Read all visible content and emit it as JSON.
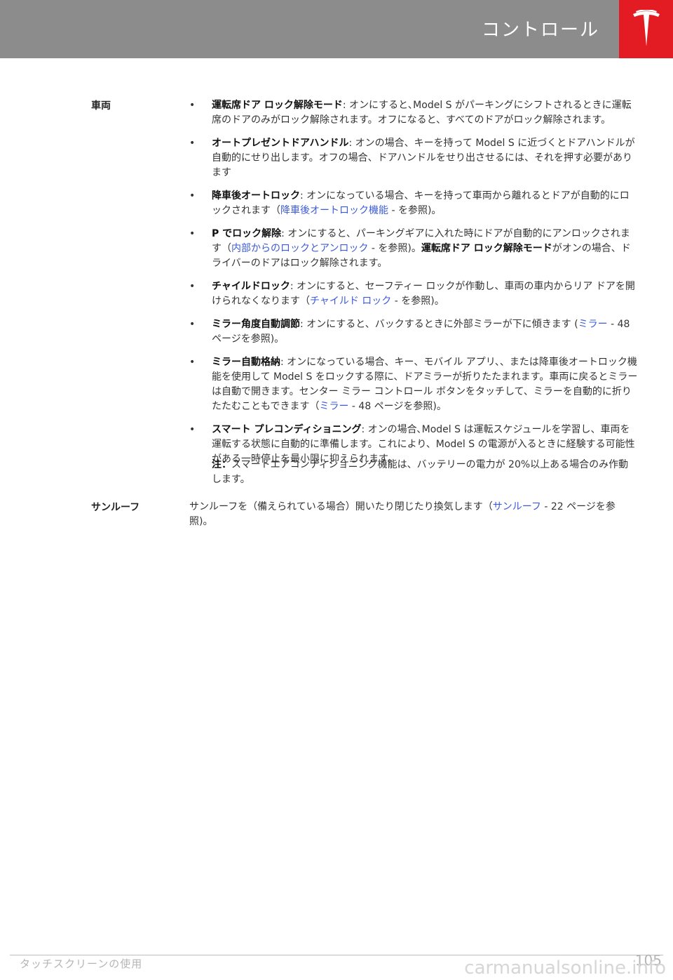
{
  "header": {
    "title": "コントロール",
    "logo": "tesla-t-icon"
  },
  "colors": {
    "header_bg": "#8c8c8c",
    "logo_bg": "#e31b23",
    "link": "#3b5bd9"
  },
  "vehicle": {
    "label": "車両",
    "items": [
      {
        "bold": "運転席ドア ロック解除モード",
        "text": ": オンにすると､Model S がパーキングにシフトされるときに運転席のドアのみがロック解除されます。オフになると、すべてのドアがロック解除されます。"
      },
      {
        "bold": "オートプレゼントドアハンドル",
        "text": ": オンの場合、キーを持って Model S に近づくとドアハンドルが自動的にせり出します。オフの場合、ドアハンドルをせり出させるには、それを押す必要があります"
      },
      {
        "bold": "降車後オートロック",
        "text_a": ": オンになっている場合、キーを持って車両から離れるとドアが自動的にロックされます（",
        "link": "降車後オートロック機能",
        "text_b": " - を参照)。"
      },
      {
        "bold": "P でロック解除",
        "text_a": ": オンにすると、パーキングギアに入れた時にドアが自動的にアンロックされます（",
        "link": "内部からのロックとアンロック",
        "text_b": " - を参照)。",
        "bold2": "運転席ドア ロック解除モード",
        "text_c": "がオンの場合、ドライバーのドアはロック解除されます。"
      },
      {
        "bold": "チャイルドロック",
        "text_a": ": オンにすると、セーフティー ロックが作動し、車両の車内からリア ドアを開けられなくなります（",
        "link": "チャイルド ロック",
        "text_b": " - を参照)。"
      },
      {
        "bold": "ミラー角度自動調節",
        "text_a": ": オンにすると、バックするときに外部ミラーが下に傾きます (",
        "link": "ミラー",
        "text_b": " - 48 ページを参照)。"
      },
      {
        "bold": "ミラー自動格納",
        "text_a": ": オンになっている場合、キー、モバイル アプリ、、または降車後オートロック機能を使用して Model S をロックする際に、ドアミラーが折りたたまれます。車両に戻るとミラーは自動で開きます。センター ミラー コントロール ボタンをタッチして、ミラーを自動的に折りたたむこともできます（",
        "link": "ミラー",
        "text_b": " - 48 ページを参照)。"
      },
      {
        "bold": "スマート プレコンディショニング",
        "text": ": オンの場合､Model S は運転スケジュールを学習し、車両を運転する状態に自動的に準備します。これにより、Model S の電源が入るときに経験する可能性がある一時停止を最小限に抑えられます。"
      }
    ],
    "note_label": "注：",
    "note_text": "スマートエアコンディショニング機能は、バッテリーの電力が 20%以上ある場合のみ作動します。"
  },
  "sunroof": {
    "label": "サンルーフ",
    "text_a": "サンルーフを（備えられている場合）開いたり閉じたり換気します（",
    "link": "サンルーフ",
    "text_b": " - 22 ページを参照)。"
  },
  "footer": {
    "section": "タッチスクリーンの使用",
    "page": "105",
    "watermark": "carmanualsonline.info"
  }
}
